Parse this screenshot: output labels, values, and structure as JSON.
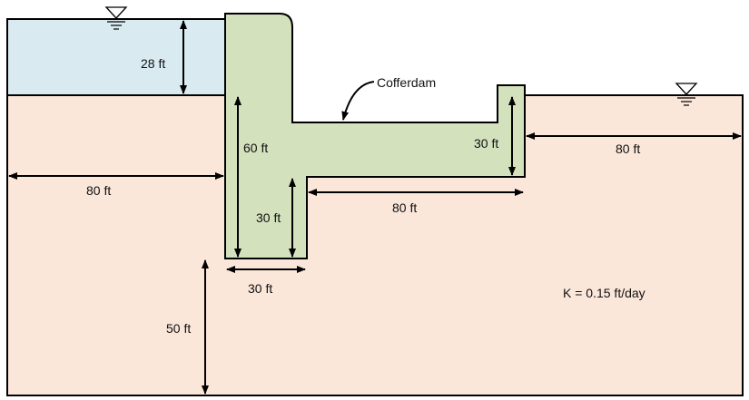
{
  "colors": {
    "water": "#d9ebf1",
    "soil": "#fbe6da",
    "dam": "#d4e1bd",
    "stroke": "#000000"
  },
  "symbols": {
    "left_water_surface": "water-surface-triangle-icon",
    "right_water_surface": "water-surface-triangle-icon"
  },
  "labels": {
    "cofferdam": "Cofferdam",
    "water_depth": "28 ft",
    "dam_left_height": "60 ft",
    "dam_step_height": "30 ft",
    "dam_right_height": "30 ft",
    "left_distance": "80 ft",
    "right_distance": "80 ft",
    "base_length": "80 ft",
    "dam_width": "30 ft",
    "soil_depth": "50 ft",
    "permeability": "K = 0.15 ft/day"
  }
}
